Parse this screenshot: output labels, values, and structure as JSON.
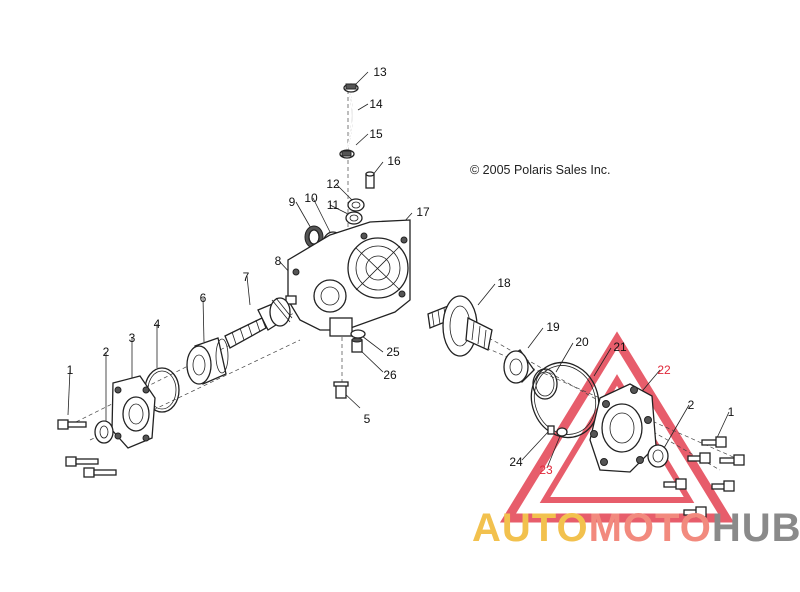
{
  "copyright": "© 2005 Polaris Sales Inc.",
  "watermark": {
    "part1": "AUTO",
    "part2": "MOTO",
    "part3": "HUB",
    "color1": "#f2c14e",
    "color2": "#f28a7e",
    "color3": "#8a8a8a",
    "triangle_color": "#e0283a"
  },
  "part_labels": [
    {
      "id": "13",
      "red": false
    },
    {
      "id": "14",
      "red": false
    },
    {
      "id": "15",
      "red": false
    },
    {
      "id": "16",
      "red": false
    },
    {
      "id": "12",
      "red": false
    },
    {
      "id": "11",
      "red": false
    },
    {
      "id": "10",
      "red": false
    },
    {
      "id": "9",
      "red": false
    },
    {
      "id": "17",
      "red": false
    },
    {
      "id": "8",
      "red": false
    },
    {
      "id": "7",
      "red": false
    },
    {
      "id": "6",
      "red": false
    },
    {
      "id": "4",
      "red": false
    },
    {
      "id": "3",
      "red": false
    },
    {
      "id": "2",
      "red": false
    },
    {
      "id": "1",
      "red": false
    },
    {
      "id": "5",
      "red": false
    },
    {
      "id": "25",
      "red": false
    },
    {
      "id": "26",
      "red": false
    },
    {
      "id": "18",
      "red": false
    },
    {
      "id": "19",
      "red": false
    },
    {
      "id": "20",
      "red": false
    },
    {
      "id": "21",
      "red": false
    },
    {
      "id": "22",
      "red": true
    },
    {
      "id": "2",
      "red": false
    },
    {
      "id": "1",
      "red": false
    },
    {
      "id": "24",
      "red": false
    },
    {
      "id": "23",
      "red": true
    }
  ]
}
